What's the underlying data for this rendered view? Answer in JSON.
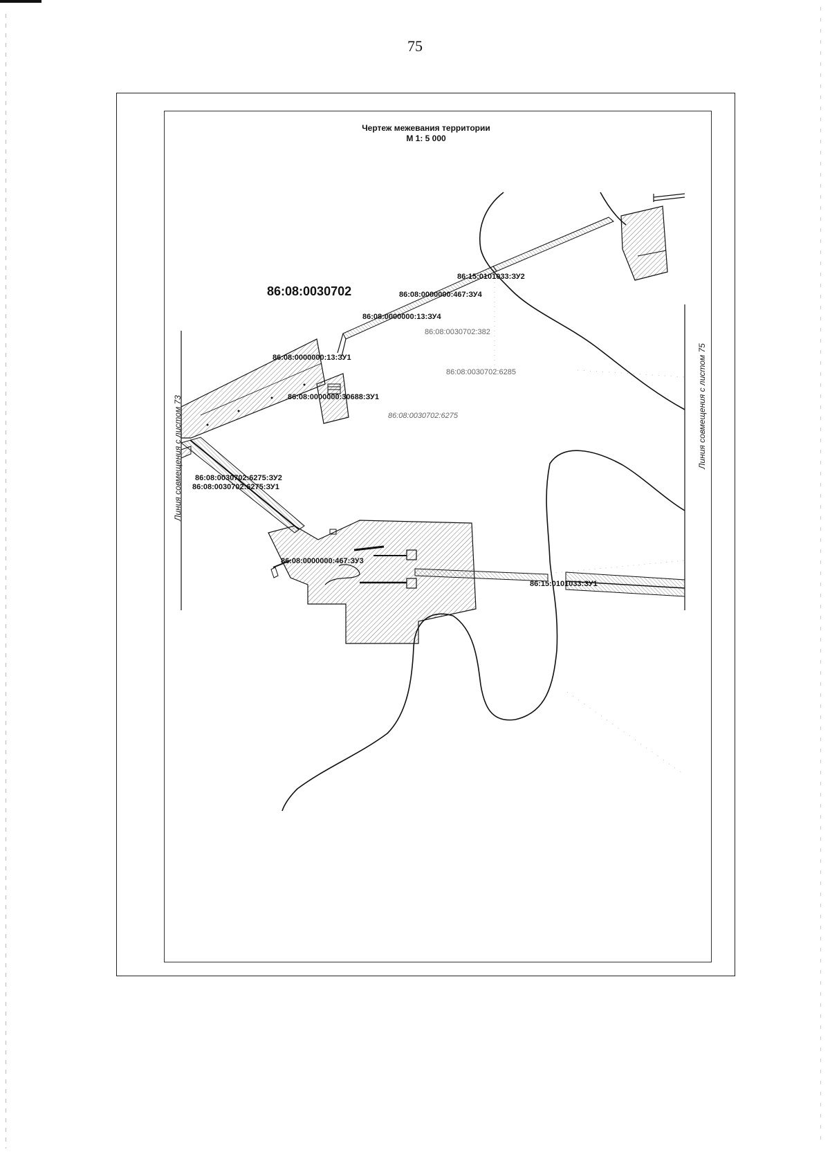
{
  "page_number": "75",
  "title": {
    "line1": "Чертеж межевания территории",
    "line2": "М 1: 5 000"
  },
  "block_number": "86:08:0030702",
  "parcel_labels": {
    "zu2_top": "86:15:0101033:ЗУ2",
    "zu4_467": "86:08:0000000:467:ЗУ4",
    "zu4_13": "86:08:0000000:13:ЗУ4",
    "zu1_13": "86:08:0000000:13:ЗУ1",
    "zu1_30688": "86:08:0000000:30688:ЗУ1",
    "zu2_6275": "86:08:0030702:6275:ЗУ2",
    "zu1_6275": "86:08:0030702:6275:ЗУ1",
    "zu3_467": "86:08:0000000:467:ЗУ3",
    "zu1_bottom": "86:15:0101033:ЗУ1"
  },
  "existing_parcels": {
    "p382": "86:08:0030702:382",
    "p6285": "86:08:0030702:6285",
    "p6275": "86:08:0030702:6275"
  },
  "junction_lines": {
    "left": "Линия совмещения с листом 73",
    "right": "Линия совмещения с листом 75"
  },
  "colors": {
    "line": "#111111",
    "hatch": "#555555",
    "frame": "#222222",
    "existing_label": "#666666"
  }
}
